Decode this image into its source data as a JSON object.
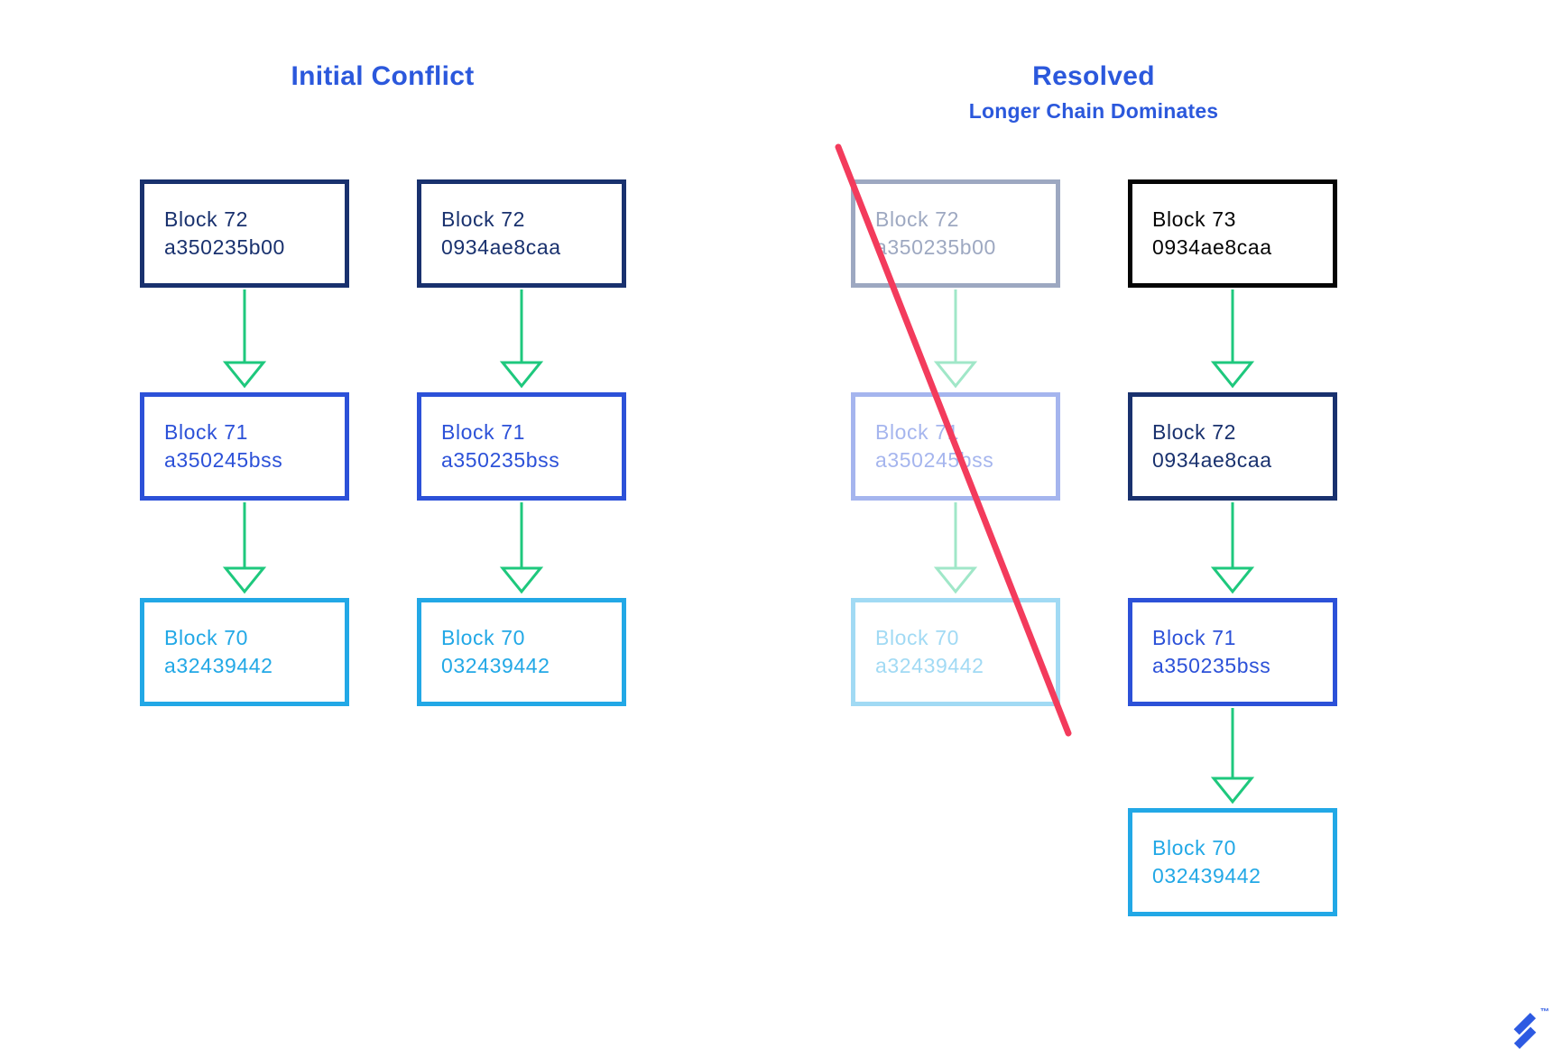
{
  "titles": {
    "left": "Initial Conflict",
    "right": "Resolved",
    "right_subtitle": "Longer Chain Dominates"
  },
  "palette": {
    "title_blue": "#2b58dc",
    "navy": "#19316e",
    "royal": "#2c51d8",
    "cyan": "#22a8e6",
    "black": "#050505",
    "green": "#1ec87d",
    "red": "#f33b5c",
    "logo_blue": "#2d5ae2"
  },
  "chains": [
    {
      "name": "initial-left",
      "faded": false,
      "blocks": [
        {
          "label": "Block 72",
          "hash": "a350235b00",
          "color": "navy"
        },
        {
          "label": "Block 71",
          "hash": "a350245bss",
          "color": "royal"
        },
        {
          "label": "Block 70",
          "hash": "a32439442",
          "color": "cyan"
        }
      ]
    },
    {
      "name": "initial-right",
      "faded": false,
      "blocks": [
        {
          "label": "Block 72",
          "hash": "0934ae8caa",
          "color": "navy"
        },
        {
          "label": "Block 71",
          "hash": "a350235bss",
          "color": "royal"
        },
        {
          "label": "Block 70",
          "hash": "032439442",
          "color": "cyan"
        }
      ]
    },
    {
      "name": "resolved-discarded",
      "faded": true,
      "blocks": [
        {
          "label": "Block 72",
          "hash": "a350235b00",
          "color": "navy"
        },
        {
          "label": "Block 71",
          "hash": "a350245bss",
          "color": "royal"
        },
        {
          "label": "Block 70",
          "hash": "a32439442",
          "color": "cyan"
        }
      ]
    },
    {
      "name": "resolved-winner",
      "faded": false,
      "blocks": [
        {
          "label": "Block 73",
          "hash": "0934ae8caa",
          "color": "black"
        },
        {
          "label": "Block 72",
          "hash": "0934ae8caa",
          "color": "navy"
        },
        {
          "label": "Block 71",
          "hash": "a350235bss",
          "color": "royal"
        },
        {
          "label": "Block 70",
          "hash": "032439442",
          "color": "cyan"
        }
      ]
    }
  ],
  "logo": {
    "trademark": "™"
  }
}
